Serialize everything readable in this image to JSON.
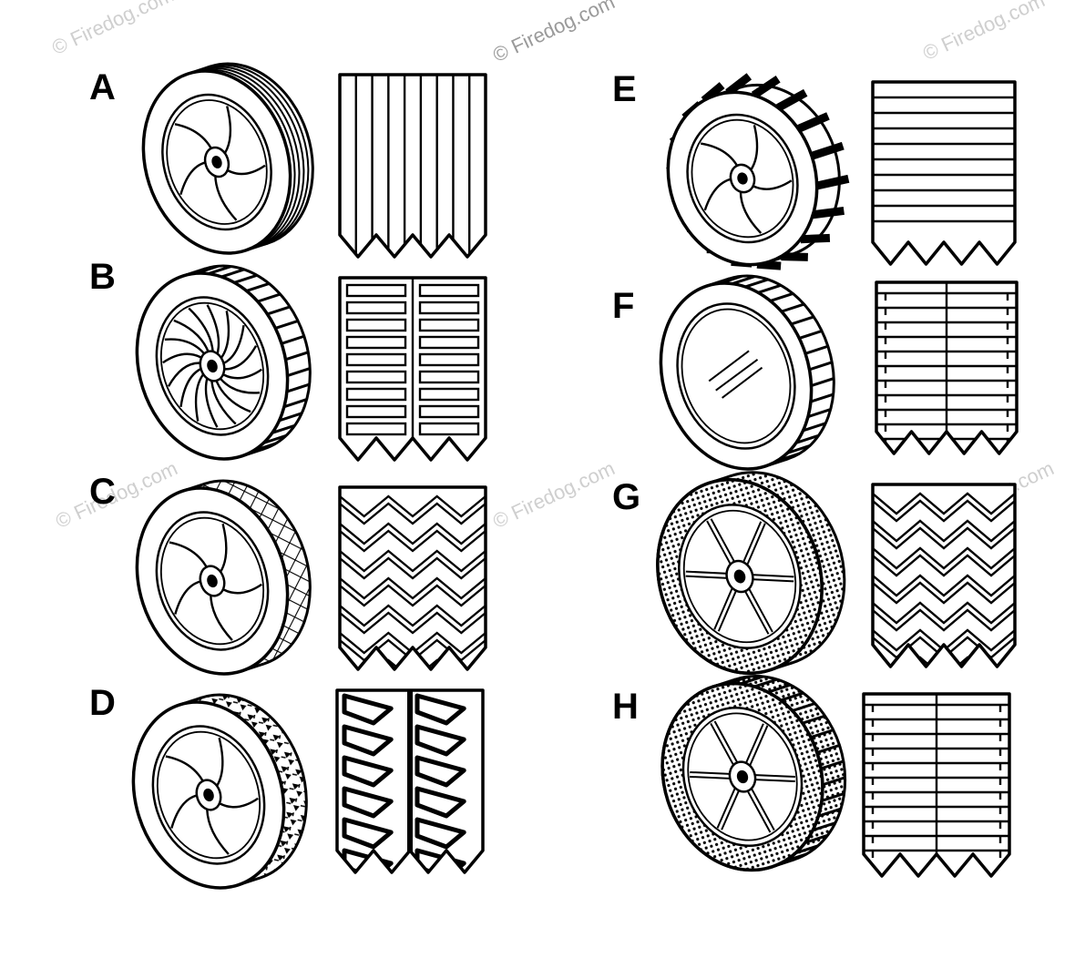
{
  "watermark": "© Firedog.com",
  "items": [
    {
      "label": "A",
      "tread_style": "ribbed"
    },
    {
      "label": "B",
      "tread_style": "split-block"
    },
    {
      "label": "C",
      "tread_style": "diamond"
    },
    {
      "label": "D",
      "tread_style": "knobby"
    },
    {
      "label": "E",
      "tread_style": "lug"
    },
    {
      "label": "F",
      "tread_style": "split-bar"
    },
    {
      "label": "G",
      "tread_style": "zigzag"
    },
    {
      "label": "H",
      "tread_style": "split-bar"
    }
  ]
}
